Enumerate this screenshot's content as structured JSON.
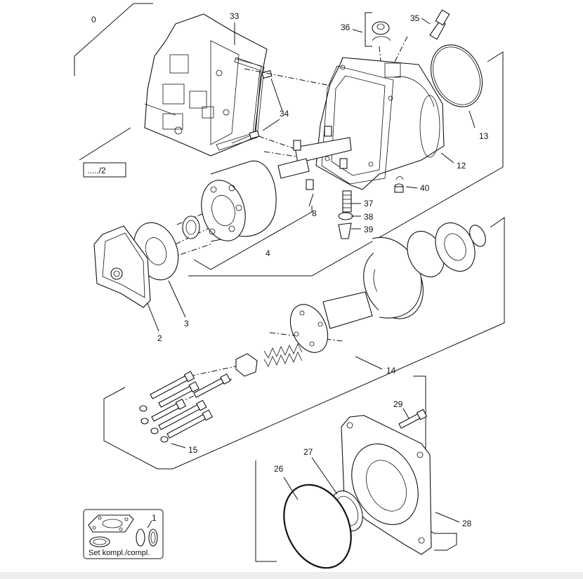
{
  "callouts": {
    "c0": "0",
    "c1": "1",
    "c2": "2",
    "c3": "3",
    "c4": "4",
    "c8": "8",
    "c12": "12",
    "c13": "13",
    "c14": "14",
    "c15": "15",
    "c26": "26",
    "c27": "27",
    "c28": "28",
    "c29": "29",
    "c33": "33",
    "c34": "34",
    "c35": "35",
    "c36": "36",
    "c37": "37",
    "c38": "38",
    "c39": "39",
    "c40": "40"
  },
  "reference_box": {
    "text": "...../2"
  },
  "kit_box": {
    "number": "1",
    "caption": "Set kompl./compl."
  },
  "colors": {
    "line": "#111111",
    "background": "#ffffff",
    "footer": "#eeeeee"
  }
}
